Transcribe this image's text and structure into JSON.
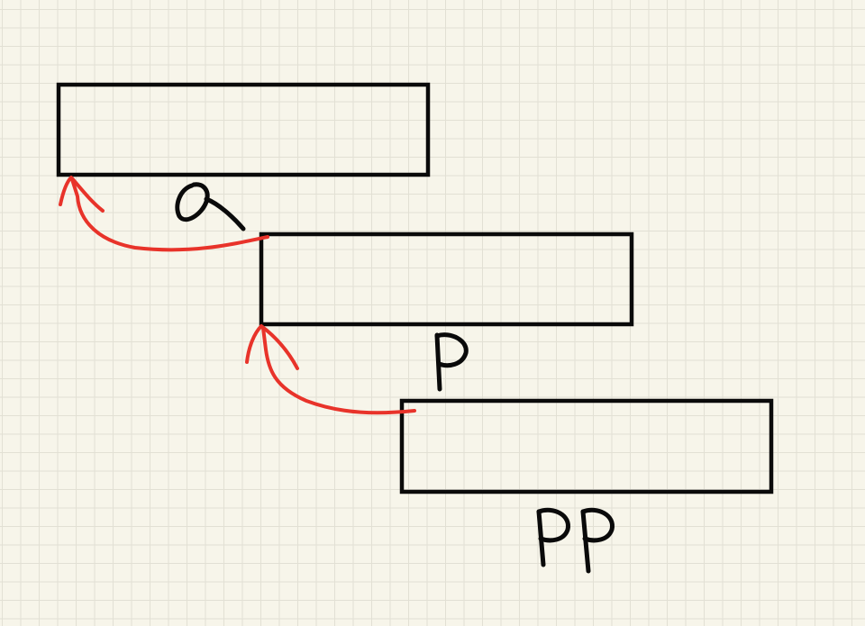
{
  "diagram": {
    "nodes": [
      {
        "id": "o",
        "label": "o"
      },
      {
        "id": "p",
        "label": "p"
      },
      {
        "id": "pp",
        "label": "pp"
      }
    ],
    "edges": [
      {
        "from": "p",
        "to": "o"
      },
      {
        "from": "pp",
        "to": "p"
      }
    ],
    "colors": {
      "background": "#f7f5ea",
      "grid": "#e2e0d4",
      "box_stroke": "#0a0a0a",
      "arrow": "#e8332a"
    }
  }
}
